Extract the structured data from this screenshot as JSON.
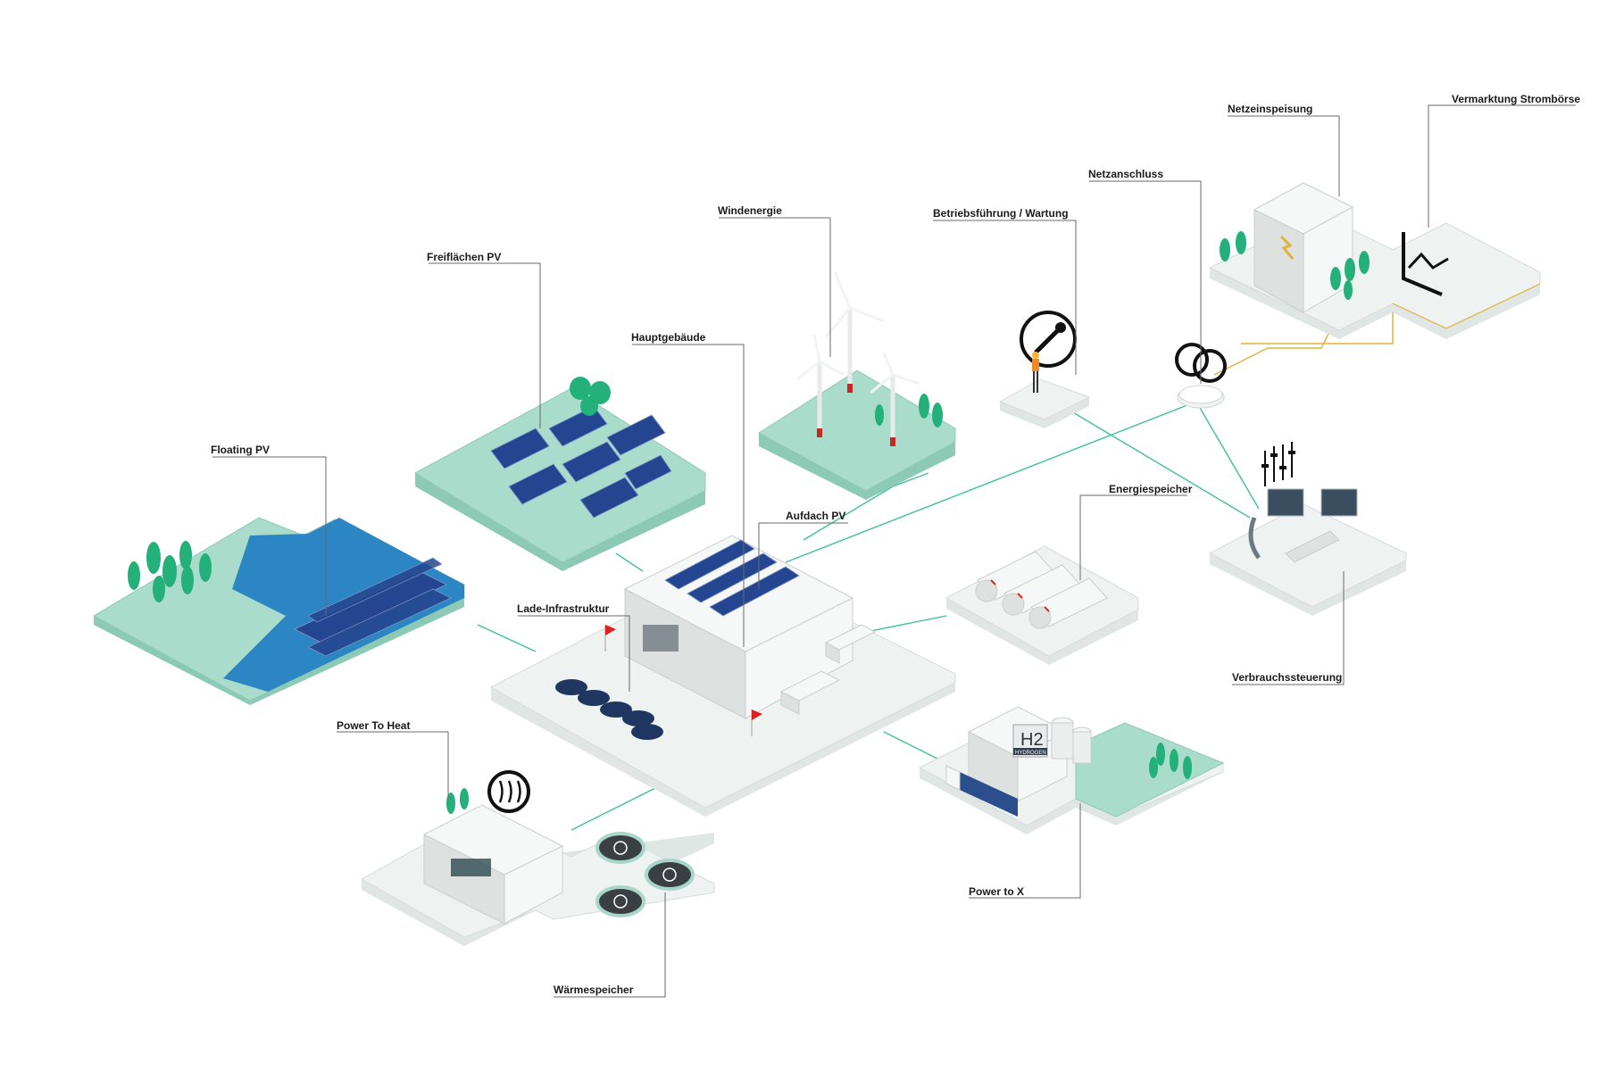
{
  "labels": {
    "floating_pv": "Floating PV",
    "freiflaechen_pv": "Freiflächen PV",
    "windenergie": "Windenergie",
    "hauptgebaeude": "Hauptgebäude",
    "aufdach_pv": "Aufdach PV",
    "lade_infrastruktur": "Lade-Infrastruktur",
    "betriebsfuehrung": "Betriebsführung / Wartung",
    "netzanschluss": "Netzanschluss",
    "netzeinspeisung": "Netzeinspeisung",
    "vermarktung": "Vermarktung Strombörse",
    "energiespeicher": "Energiespeicher",
    "verbrauchssteuerung": "Verbrauchssteuerung",
    "power_to_heat": "Power To Heat",
    "waermespeicher": "Wärmespeicher",
    "power_to_x": "Power to X",
    "h2_symbol": "H2",
    "hydrogen": "HYDROGEN"
  },
  "colors": {
    "link_green": "#3fbf9a",
    "link_yellow": "#e0b23a",
    "ground_green": "#a9dccb",
    "water_blue": "#2d86c4",
    "solar_panel": "#24458f",
    "tree": "#23b07a",
    "flag_red": "#e02020"
  },
  "icons": [
    "wrench-icon",
    "grid-rings-icon",
    "price-chart-icon",
    "heat-waves-icon",
    "sliders-icon"
  ]
}
